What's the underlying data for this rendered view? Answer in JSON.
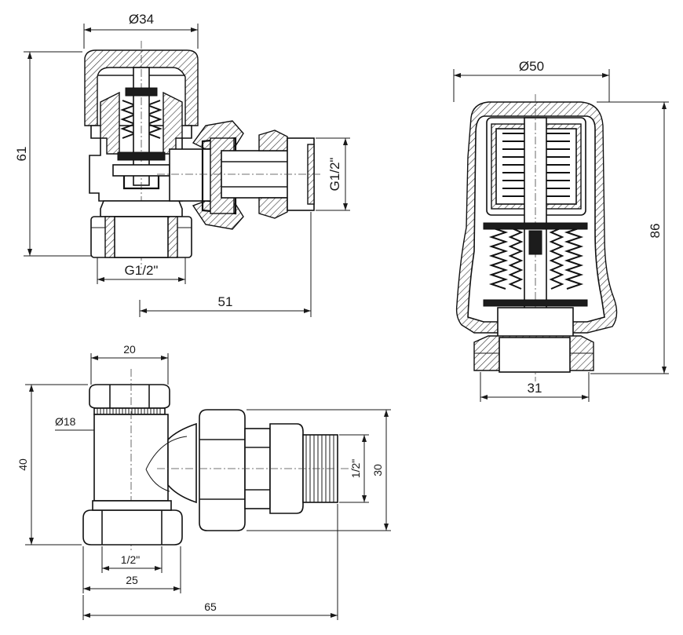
{
  "colors": {
    "line": "#1a1a1a",
    "background": "#ffffff",
    "hatch": "#333333"
  },
  "view_section": {
    "dim_top": "Ø34",
    "dim_height": "61",
    "dim_side_thread": "G1/2\"",
    "dim_bottom_thread": "G1/2\"",
    "dim_length": "51"
  },
  "view_head": {
    "dim_top": "Ø50",
    "dim_height": "86",
    "dim_bottom": "31"
  },
  "view_exterior": {
    "dim_top": "20",
    "dim_diameter": "Ø18",
    "dim_height": "40",
    "dim_thread": "1/2\"",
    "dim_side_height": "30",
    "dim_bottom_thread": "1/2\"",
    "dim_bottom_width": "25",
    "dim_total_length": "65"
  }
}
